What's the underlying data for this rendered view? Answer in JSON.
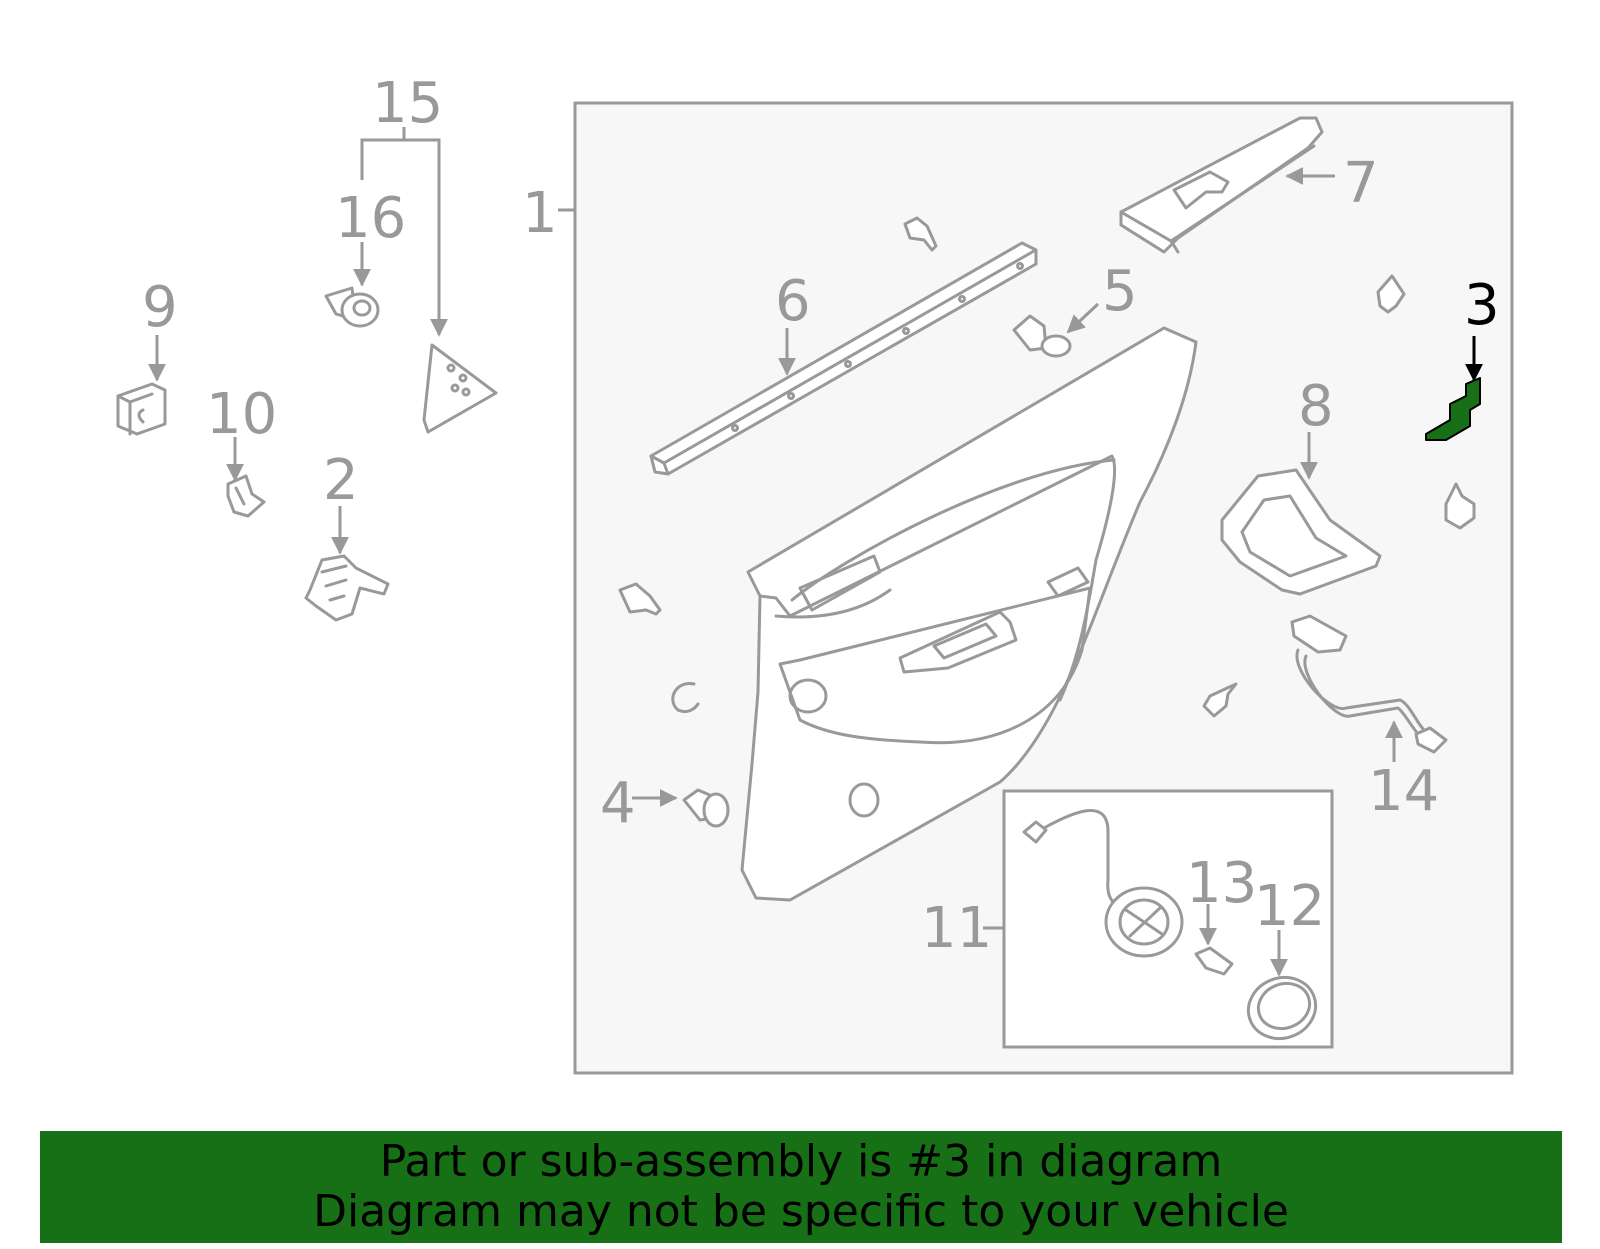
{
  "diagram": {
    "callouts": [
      "1",
      "2",
      "3",
      "4",
      "5",
      "6",
      "7",
      "8",
      "9",
      "10",
      "11",
      "12",
      "13",
      "14",
      "15",
      "16"
    ],
    "highlighted_part": "3"
  },
  "colors": {
    "highlight": "#176f16",
    "line": "#999999",
    "panel_bg": "#f7f7f7",
    "banner_bg": "#176f16"
  },
  "banner": {
    "line1": "Part or sub-assembly is #3 in diagram",
    "line2": "Diagram may not be specific to your vehicle"
  }
}
